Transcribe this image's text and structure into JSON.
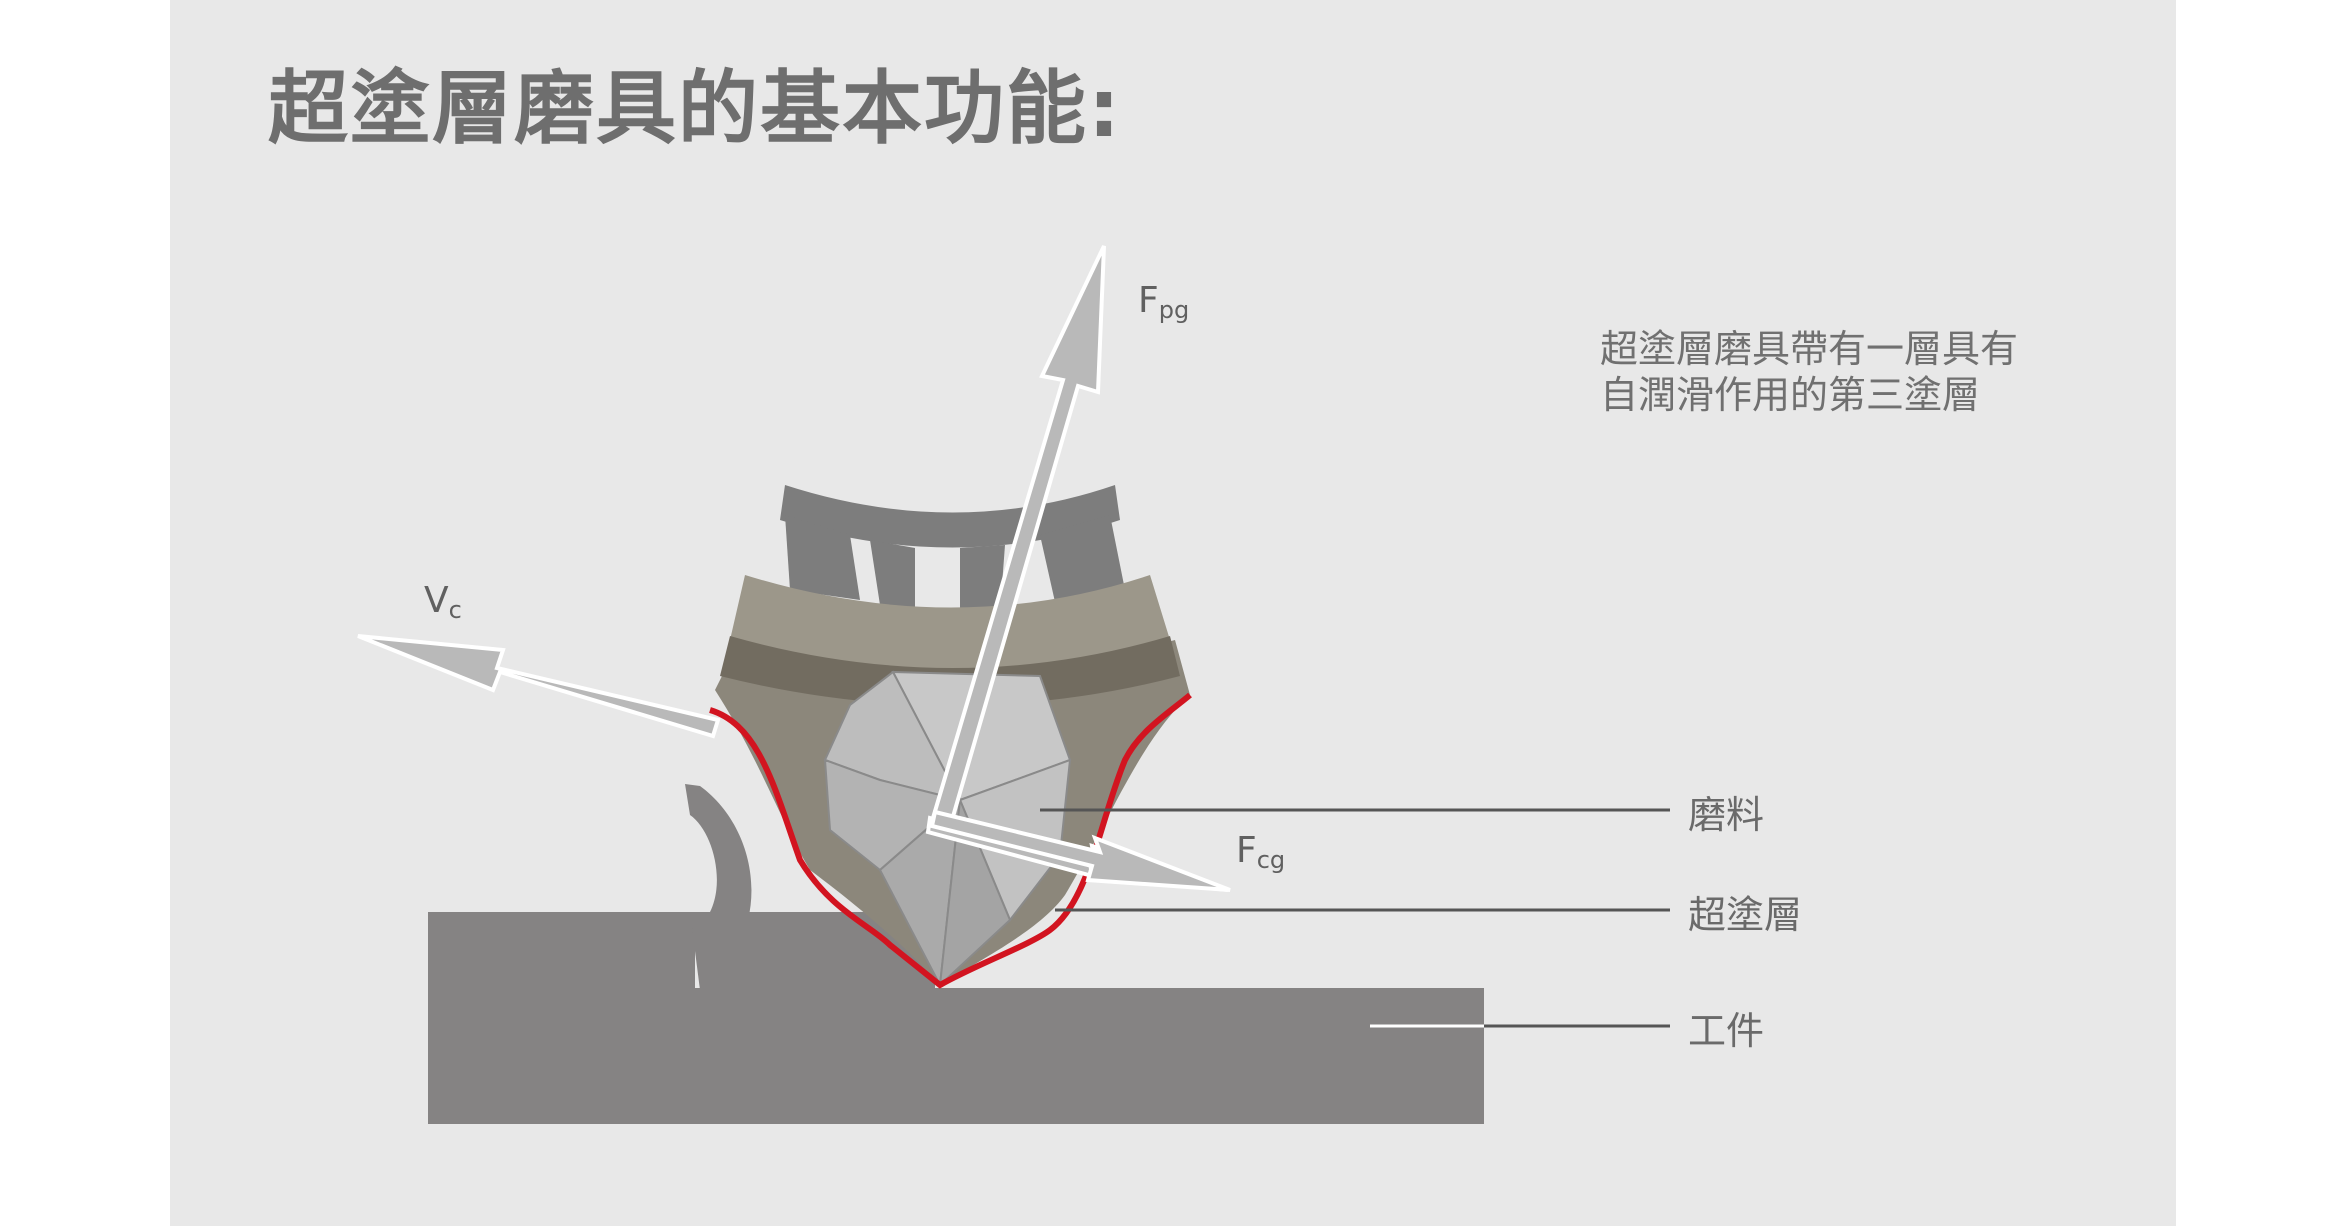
{
  "title": "超塗層磨具的基本功能:",
  "note": "超塗層磨具帶有一層具有自潤滑作用的第三塗層",
  "labels": {
    "abrasive": "磨料",
    "coating": "超塗層",
    "workpiece": "工件"
  },
  "forces": {
    "fpg": {
      "main": "F",
      "sub": "pg"
    },
    "vc": {
      "main": "V",
      "sub": "c"
    },
    "fcg": {
      "main": "F",
      "sub": "cg"
    }
  },
  "colors": {
    "background": "#e8e8e8",
    "workpiece": "#858383",
    "bond_dark": "#7a7a7a",
    "bond_band": "#9c978a",
    "bond_band_dark": "#726c60",
    "bond_body": "#8c877b",
    "grain_light": "#c8c8c8",
    "grain_mid": "#b3b3b3",
    "grain_dark": "#a4a4a4",
    "coating_red": "#d21420",
    "arrow_fill": "#b9b9b9",
    "leader_line": "#555555"
  }
}
